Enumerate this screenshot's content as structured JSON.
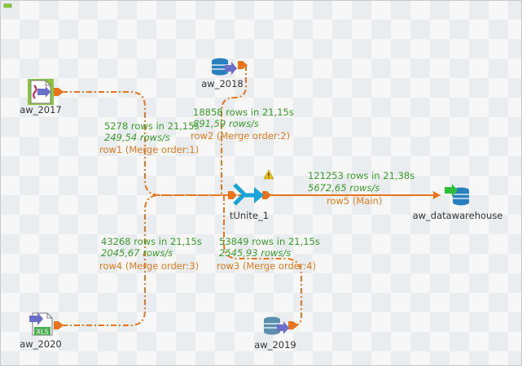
{
  "colors": {
    "flow": "#e8741c",
    "stats": "#3a9a2a",
    "row_label": "#e07a1e",
    "node_label": "#333333",
    "warning": "#f5c400",
    "unite": "#1aa3d9",
    "db": "#2a7fbf",
    "arrow": "#6b6fc9",
    "green_arrow": "#2fbf3a"
  },
  "nodes": {
    "aw_2017": {
      "label": "aw_2017",
      "icon": "file-input-icon"
    },
    "aw_2018": {
      "label": "aw_2018",
      "icon": "database-input-icon"
    },
    "aw_2019": {
      "label": "aw_2019",
      "icon": "database-input-icon"
    },
    "aw_2020": {
      "label": "aw_2020",
      "icon": "excel-input-icon",
      "badge": "XLS"
    },
    "tUnite_1": {
      "label": "tUnite_1",
      "icon": "unite-icon"
    },
    "aw_datawarehouse": {
      "label": "aw_datawarehouse",
      "icon": "database-output-icon"
    }
  },
  "flows": {
    "row1": {
      "rows": "5278 rows in 21,15s",
      "rate": "249,54 rows/s",
      "label": "row1 (Merge order:1)"
    },
    "row2": {
      "rows": "18858 rows in 21,15s",
      "rate": "891,59 rows/s",
      "label": "row2 (Merge order:2)"
    },
    "row3": {
      "rows": "53849 rows in 21,15s",
      "rate": "2545,93 rows/s",
      "label": "row3 (Merge order:4)"
    },
    "row4": {
      "rows": "43268 rows in 21,15s",
      "rate": "2045,67 rows/s",
      "label": "row4 (Merge order:3)"
    },
    "row5": {
      "rows": "121253 rows in 21,38s",
      "rate": "5672,65 rows/s",
      "label": "row5 (Main)"
    }
  }
}
